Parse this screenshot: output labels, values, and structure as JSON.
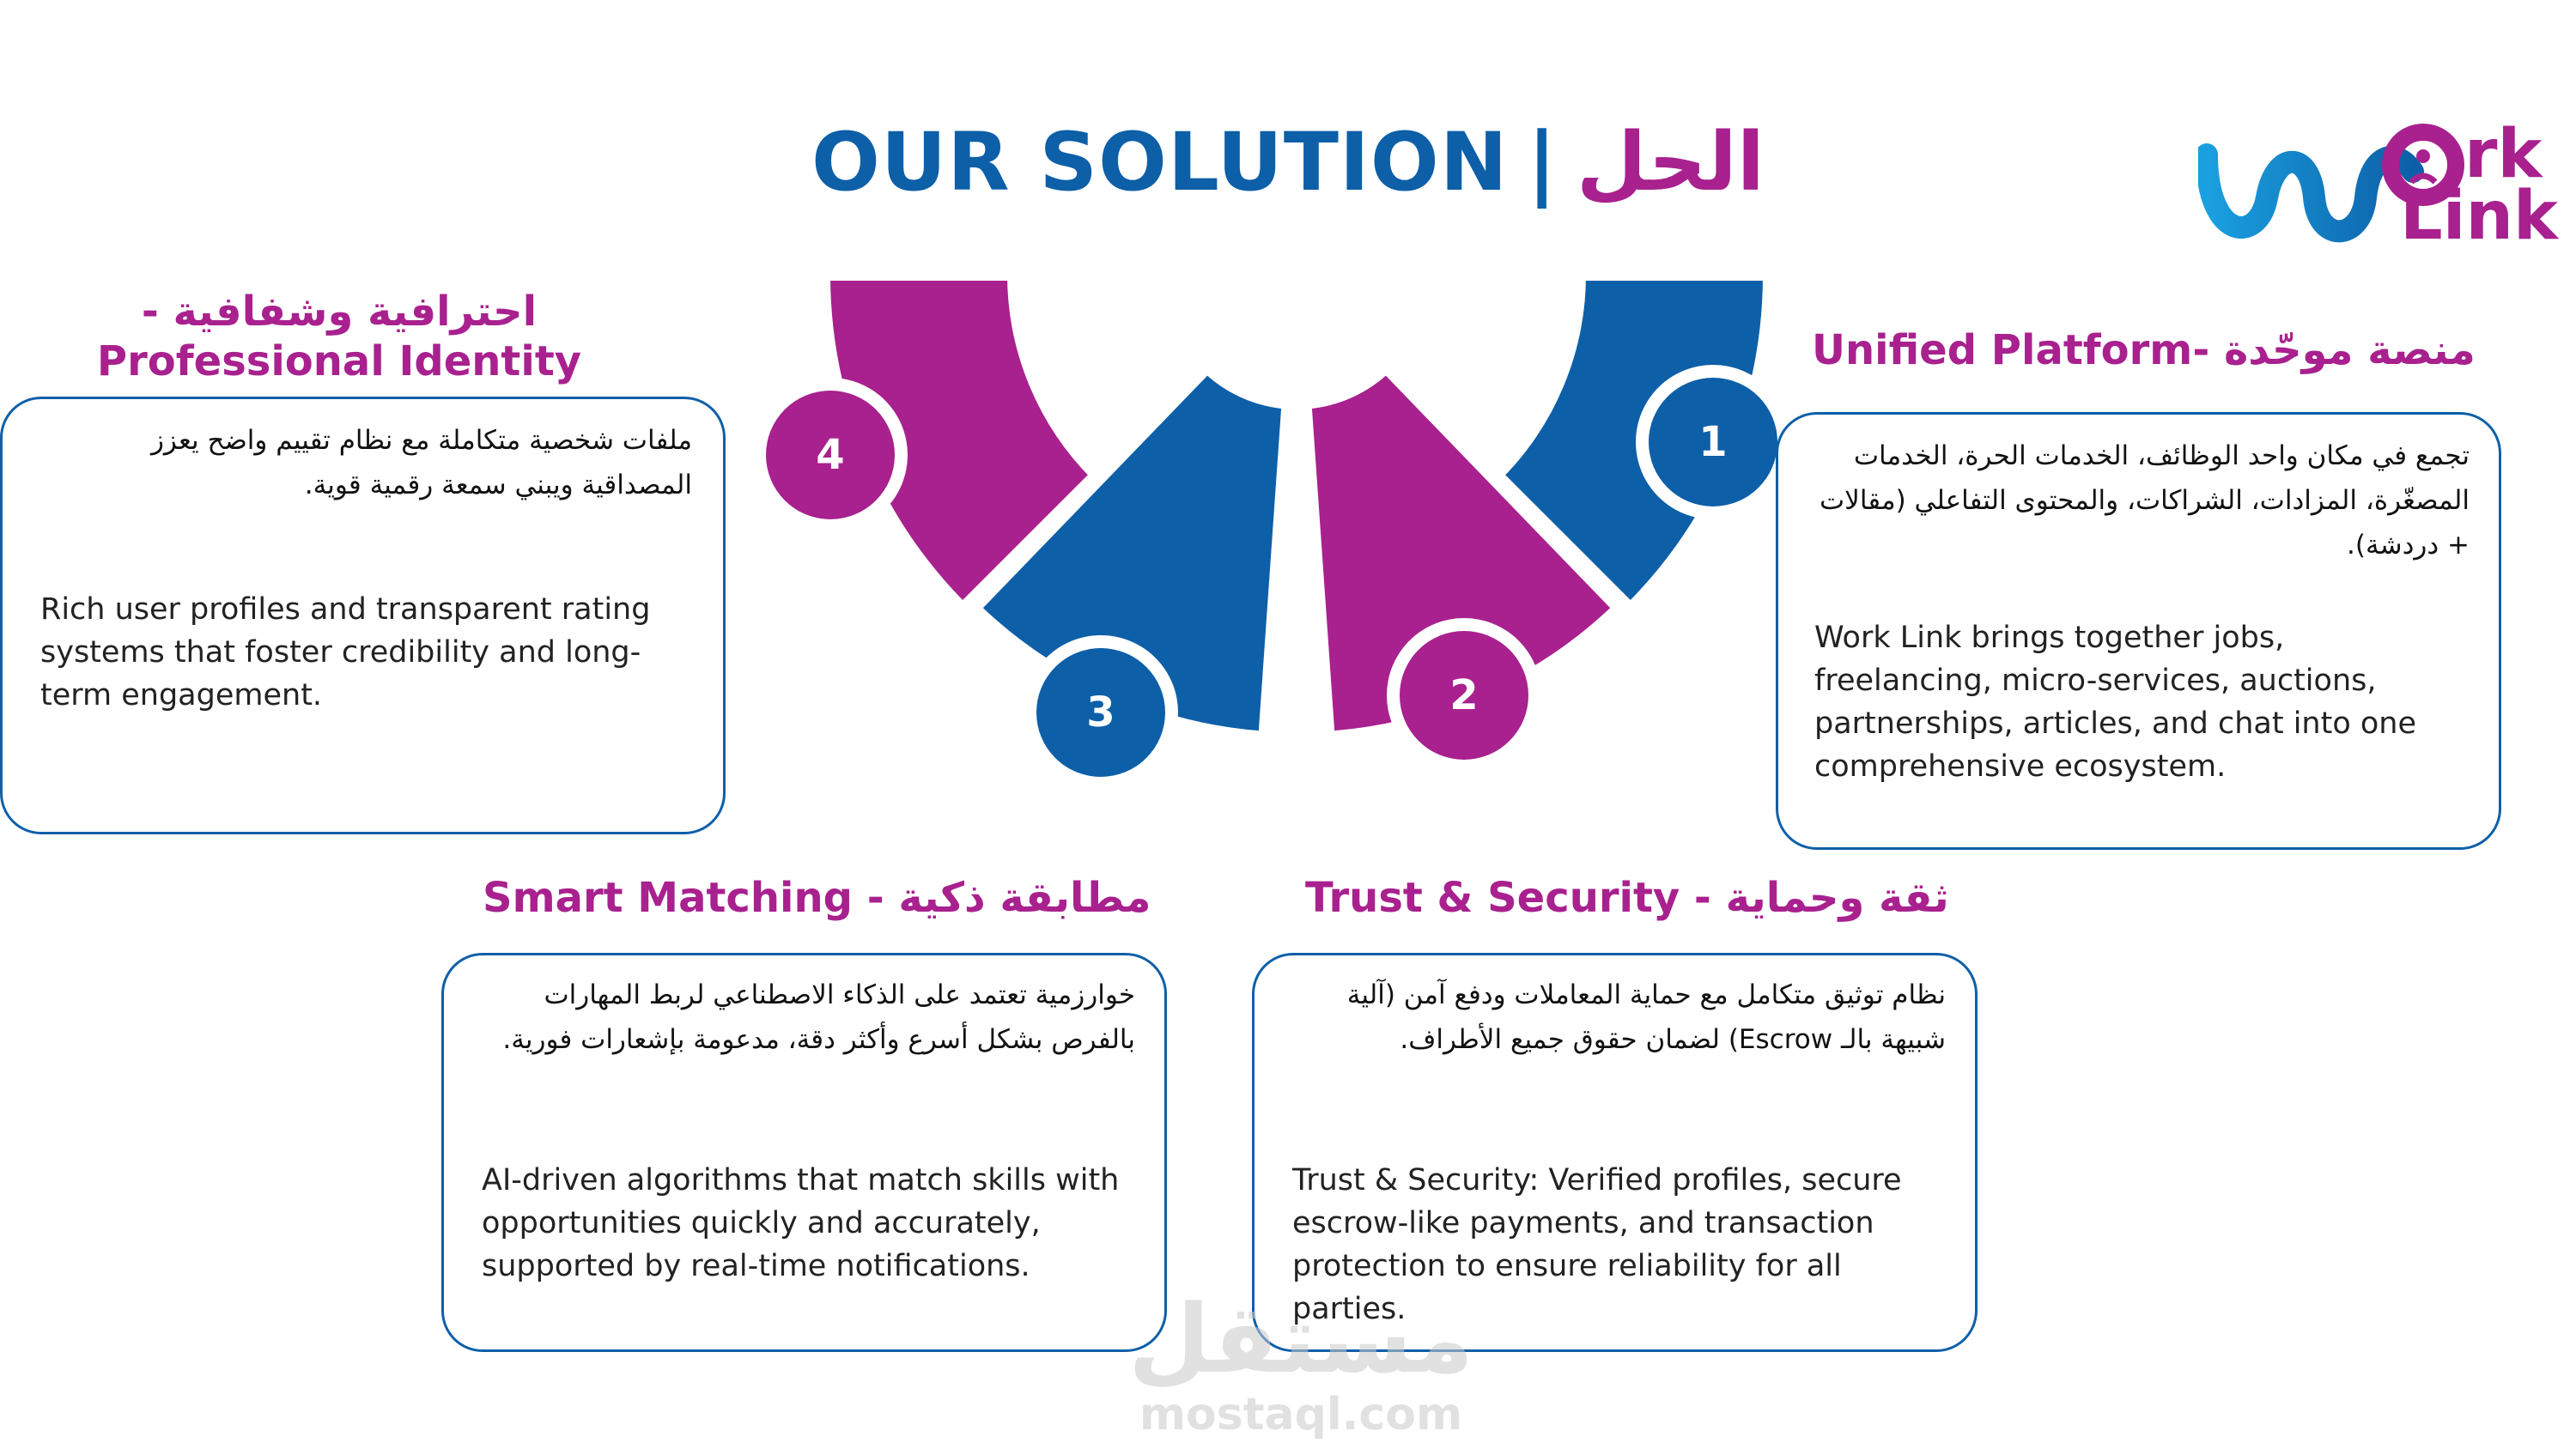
{
  "logo": {
    "line1": "rk",
    "line2": "Link"
  },
  "title": {
    "en": "OUR SOLUTION",
    "separator": "|",
    "ar": "الحل"
  },
  "colors": {
    "blue": "#0d5fa8",
    "magenta": "#a8218e"
  },
  "diagram": {
    "segments": [
      {
        "number": "1",
        "color": "#0d5fa8"
      },
      {
        "number": "2",
        "color": "#a8218e"
      },
      {
        "number": "3",
        "color": "#0d5fa8"
      },
      {
        "number": "4",
        "color": "#a8218e"
      }
    ]
  },
  "features": {
    "professional": {
      "heading_ar": "احترافية وشفافية -",
      "heading_en": "Professional Identity",
      "ar": "ملفات شخصية متكاملة مع نظام تقييم واضح يعزز المصداقية ويبني سمعة رقمية قوية.",
      "en": " Rich user profiles and transparent rating systems that foster credibility and long-term engagement."
    },
    "unified": {
      "heading_en": "Unified Platform-",
      "heading_ar": "منصة موحّدة",
      "ar": "تجمع في مكان واحد الوظائف، الخدمات الحرة، الخدمات المصغّرة، المزادات، الشراكات، والمحتوى التفاعلي (مقالات + دردشة).",
      "en": "Work Link brings together jobs, freelancing, micro-services, auctions, partnerships, articles, and chat into one comprehensive ecosystem."
    },
    "smart": {
      "heading_en": "Smart Matching -",
      "heading_ar": "مطابقة ذكية",
      "ar": "خوارزمية تعتمد على الذكاء الاصطناعي لربط المهارات بالفرص بشكل أسرع وأكثر دقة، مدعومة بإشعارات فورية.",
      "en": " AI-driven algorithms that match skills with opportunities quickly and accurately, supported by real-time notifications."
    },
    "trust": {
      "heading_en": "Trust & Security -",
      "heading_ar": "ثقة وحماية",
      "ar": "نظام توثيق متكامل مع حماية المعاملات ودفع آمن (آلية شبيهة بالـ Escrow) لضمان حقوق جميع الأطراف.",
      "en": "Trust & Security: Verified profiles, secure escrow-like payments, and transaction protection to ensure reliability for all parties."
    }
  },
  "watermark": {
    "ar": "مستقل",
    "en": "mostaql.com"
  }
}
